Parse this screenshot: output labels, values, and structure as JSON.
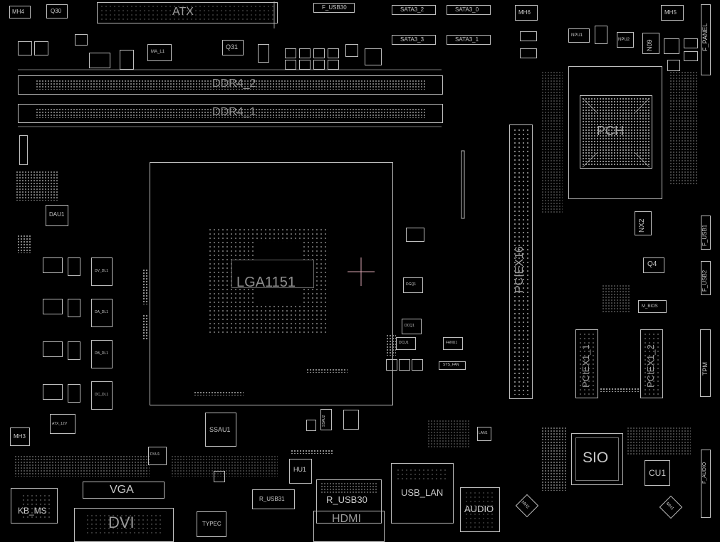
{
  "labels": {
    "atx": "ATX",
    "mh4": "MH4",
    "q30": "Q30",
    "f_usb30": "F_USB30",
    "sata3_2": "SATA3_2",
    "sata3_0": "SATA3_0",
    "sata3_3": "SATA3_3",
    "sata3_1": "SATA3_1",
    "mh6": "MH6",
    "mh5": "MH5",
    "npu1": "NPU1",
    "npu2": "NPU2",
    "n09": "N09",
    "f_panel": "F_PANEL",
    "q31": "Q31",
    "ma_l1": "MA_L1",
    "ddr4_2": "DDR4_2",
    "ddr4_1": "DDR4_1",
    "pch": "PCH",
    "lga": "LGA1151",
    "daul": "DAU1",
    "pciex16": "PCIEX16",
    "nx2": "NX2",
    "f_usb1": "F_USB1",
    "q4": "Q4",
    "f_usb2": "F_USB2",
    "m_bios": "M_BIOS",
    "pciex1_1": "PCIEX1_1",
    "pciex1_2": "PCIEX1_2",
    "tpm": "TPM",
    "dv_dl1": "DV_DL1",
    "da_dl1": "DA_DL1",
    "db_dl1": "DB_DL1",
    "dc_dl1": "DC_DL1",
    "dcq1": "DCQ1",
    "dgq1": "DGQ1",
    "dcu1": "DCU1",
    "fanu1": "FANU1",
    "sys_fan": "SYS_FAN",
    "atx_12v": "ATX_12V",
    "mh3": "MH3",
    "ssau1": "SSAU1",
    "ssau2": "SSAU2",
    "sio": "SIO",
    "cu1": "CU1",
    "f_audio": "F_AUDIO",
    "vga": "VGA",
    "kb_ms": "KB_MS",
    "dvi": "DVI",
    "typec": "TYPEC",
    "hu1": "HU1",
    "r_usb31": "R_USB31",
    "r_usb30": "R_USB30",
    "hdmi": "HDMI",
    "usb_lan": "USB_LAN",
    "audio": "AUDIO",
    "mh2": "MH2",
    "mh1": "MH1",
    "dvu1": "DVU1",
    "lan1": "LAN1"
  },
  "colors": {
    "background": "#000000",
    "outline": "#bdbdbd",
    "crosshair": "#d9a3b0"
  }
}
